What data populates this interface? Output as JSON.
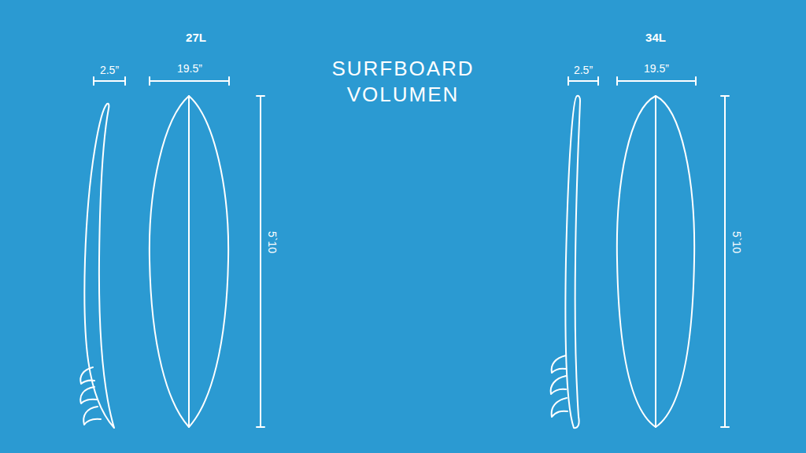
{
  "diagram": {
    "title": "SURFBOARD VOLUMEN",
    "labels": [
      "27L",
      "2.5”",
      "19.5”",
      "5`10",
      "34L",
      "2.5”",
      "19.5”",
      "5`10"
    ]
  }
}
